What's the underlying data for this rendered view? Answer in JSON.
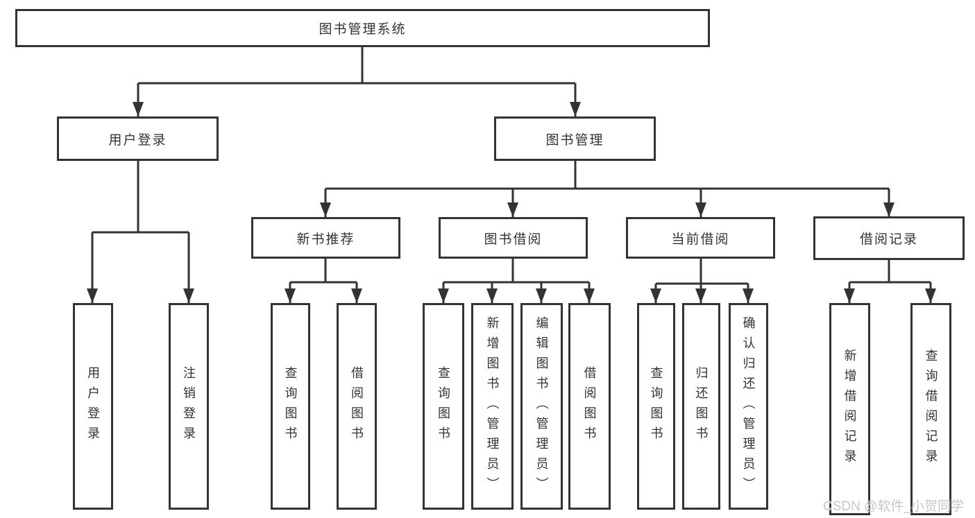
{
  "nodes": {
    "root": "图书管理系统",
    "user_login": "用户登录",
    "book_management": "图书管理",
    "modules": [
      "新书推荐",
      "图书借阅",
      "当前借阅",
      "借阅记录"
    ],
    "user_login_children": [
      "用户登录",
      "注销登录"
    ],
    "new_book_children": [
      "查询图书",
      "借阅图书"
    ],
    "book_borrow_children": [
      "查询图书",
      "新增图书（管理员）",
      "编辑图书（管理员）",
      "借阅图书"
    ],
    "current_borrow_children": [
      "查询图书",
      "归还图书",
      "确认归还（管理员）"
    ],
    "borrow_record_children": [
      "新增借阅记录",
      "查询借阅记录"
    ]
  },
  "watermark": "CSDN @软件_小贺同学",
  "colors": {
    "line": "#333333",
    "text": "#333333",
    "watermark": "#c3c7cb",
    "background": "#ffffff"
  }
}
